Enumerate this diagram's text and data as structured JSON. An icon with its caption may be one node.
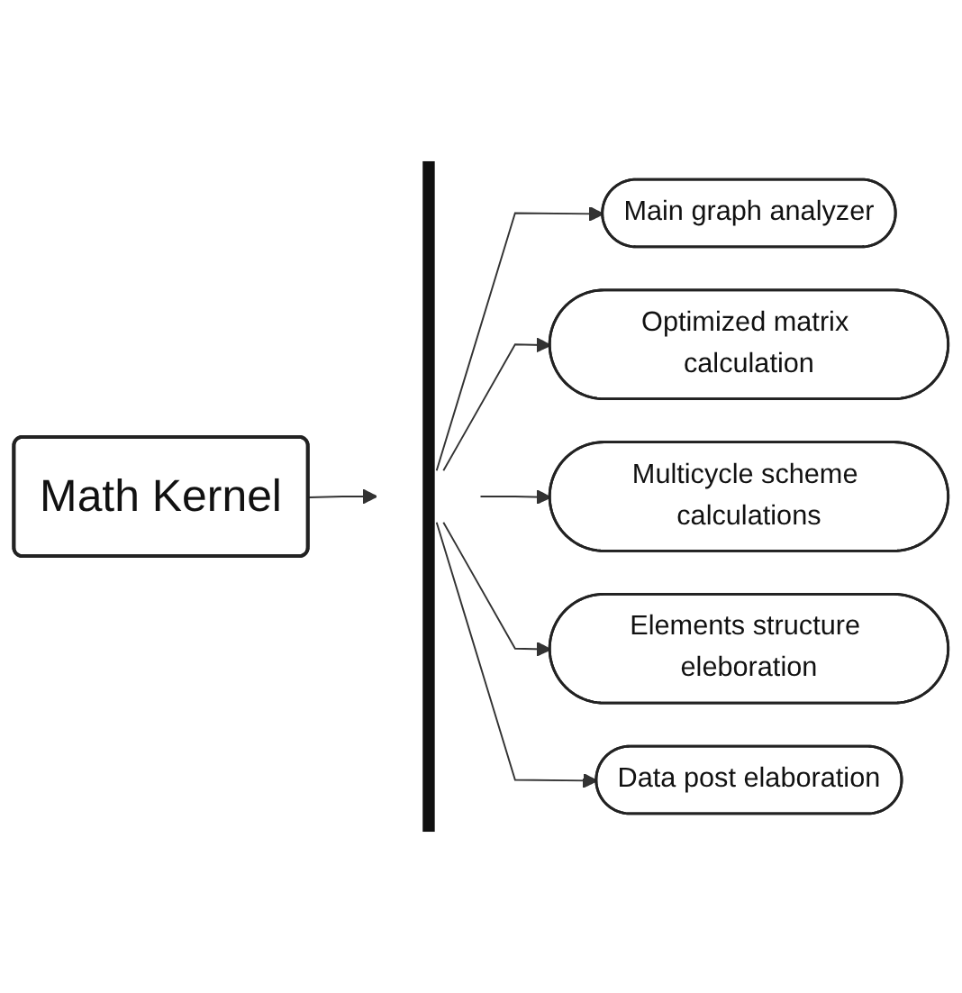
{
  "diagram": {
    "nodes": [
      {
        "text": [
          "Math Kernel"
        ]
      },
      {
        "text": [],
        "shape": "bar"
      },
      {
        "text": [
          "Main graph analyzer"
        ]
      },
      {
        "text": [
          "Optimized matrix calculation"
        ]
      },
      {
        "text": [
          "Multicycle scheme calculations"
        ]
      },
      {
        "text": [
          "Elements structure eleboration"
        ]
      },
      {
        "text": [
          "Data post elaboration"
        ]
      }
    ],
    "edges": [
      {
        "from": 0,
        "to": 1,
        "arrow": "to"
      },
      {
        "from": 1,
        "to": 2,
        "arrow": "to"
      },
      {
        "from": 1,
        "to": 3,
        "arrow": "to"
      },
      {
        "from": 1,
        "to": 4,
        "arrow": "to"
      },
      {
        "from": 1,
        "to": 5,
        "arrow": "to"
      },
      {
        "from": 1,
        "to": 6,
        "arrow": "to"
      }
    ]
  }
}
